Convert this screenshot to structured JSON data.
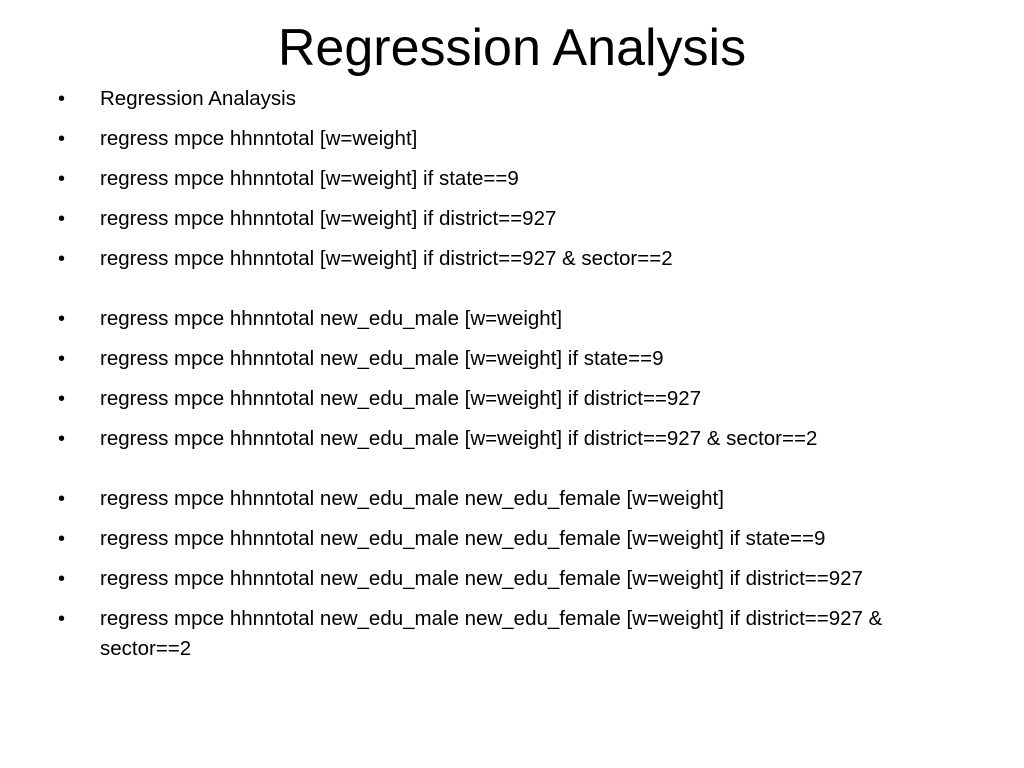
{
  "slide": {
    "title": "Regression Analysis",
    "bullet_glyph": "•",
    "bullets": [
      {
        "text": "Regression Analaysis",
        "gap_before": false
      },
      {
        "text": "regress mpce hhnntotal [w=weight]",
        "gap_before": false
      },
      {
        "text": "regress mpce hhnntotal [w=weight] if state==9",
        "gap_before": false
      },
      {
        "text": "regress mpce hhnntotal [w=weight] if district==927",
        "gap_before": false
      },
      {
        "text": "regress mpce hhnntotal [w=weight] if district==927 & sector==2",
        "gap_before": false
      },
      {
        "text": "regress mpce hhnntotal new_edu_male [w=weight]",
        "gap_before": true
      },
      {
        "text": "regress mpce hhnntotal new_edu_male [w=weight] if state==9",
        "gap_before": false
      },
      {
        "text": "regress mpce hhnntotal new_edu_male [w=weight] if district==927",
        "gap_before": false
      },
      {
        "text": "regress mpce hhnntotal new_edu_male [w=weight] if district==927 & sector==2",
        "gap_before": false
      },
      {
        "text": "regress mpce hhnntotal new_edu_male new_edu_female [w=weight]",
        "gap_before": true
      },
      {
        "text": "regress mpce hhnntotal new_edu_male new_edu_female [w=weight] if state==9",
        "gap_before": false
      },
      {
        "text": "regress mpce hhnntotal new_edu_male new_edu_female [w=weight] if district==927",
        "gap_before": false
      },
      {
        "text": "regress mpce hhnntotal new_edu_male new_edu_female [w=weight] if district==927 & sector==2",
        "gap_before": false
      }
    ]
  }
}
